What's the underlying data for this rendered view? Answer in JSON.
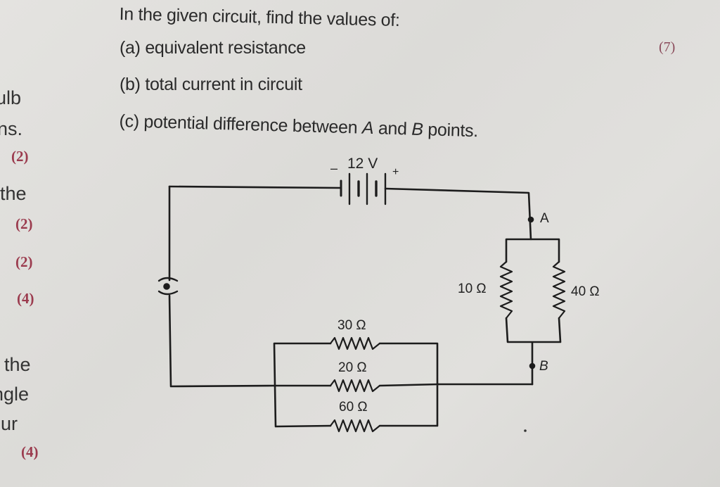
{
  "question": {
    "intro": "In the given circuit, find the values of:",
    "parts": [
      {
        "label": "(a)",
        "text": "equivalent resistance"
      },
      {
        "label": "(b)",
        "text": "total current in circuit"
      },
      {
        "label": "(c)",
        "text_before": "potential difference between ",
        "point_a": "A",
        "text_mid": " and ",
        "point_b": "B",
        "text_after": " points."
      }
    ],
    "marks": "(7)"
  },
  "left_margin": {
    "fragments": [
      "ulb",
      "ns.",
      "the",
      "the",
      "ngle",
      "our"
    ],
    "marks": [
      "(2)",
      "(2)",
      "(2)",
      "(4)",
      "(4)"
    ]
  },
  "circuit": {
    "battery": {
      "voltage": "12 V",
      "negative": "–",
      "positive": "+"
    },
    "points": {
      "a": "A",
      "b": "B"
    },
    "parallel_ab": [
      {
        "label": "10 Ω",
        "ohms": 10
      },
      {
        "label": "40 Ω",
        "ohms": 40
      }
    ],
    "parallel_bottom": [
      {
        "label": "30 Ω",
        "ohms": 30
      },
      {
        "label": "20 Ω",
        "ohms": 20
      },
      {
        "label": "60 Ω",
        "ohms": 60
      }
    ],
    "key_icon": "plug-key"
  }
}
